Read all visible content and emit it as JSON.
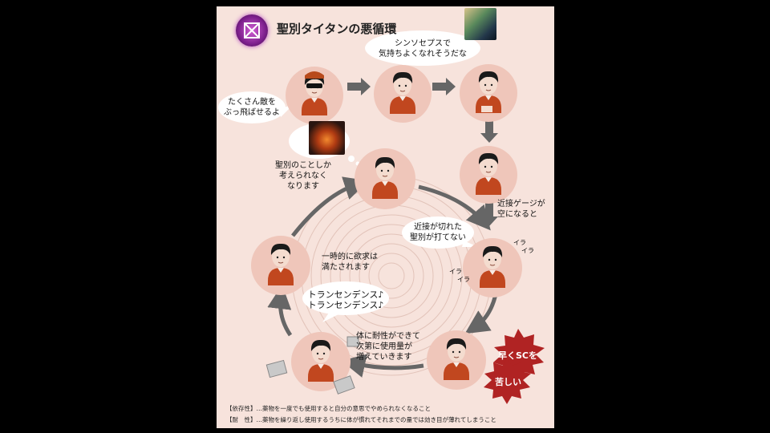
{
  "title": "聖別タイタンの悪循環",
  "bubbles": {
    "sync_1": "シンソセプスで",
    "sync_2": "気持ちよくなれそうだな",
    "kill_1": "たくさん敵を",
    "kill_2": "ぶっ飛ばせるよ",
    "think_1": "聖別のことしか",
    "think_2": "考えられなく",
    "think_3": "なります",
    "gauge_1": "近接ゲージが",
    "gauge_2": "空になると",
    "cutoff_1": "近接が切れた",
    "cutoff_2": "聖別が打てない",
    "ira_1": "イラ",
    "ira_2": "イラ",
    "ira_3": "イラ",
    "ira_4": "イラ",
    "satisfied_1": "一時的に欲求は",
    "satisfied_2": "満たされます",
    "trans_1": "トランセンデンス♪",
    "trans_2": "トランセンデンス♪",
    "tolerance_1": "体に耐性ができて",
    "tolerance_2": "次第に使用量が",
    "tolerance_3": "増えていきます",
    "hurry": "早くSCを",
    "pain": "苦しい"
  },
  "legend": {
    "dependence": "【依存性】…薬物を一度でも使用すると自分の意思でやめられなくなること",
    "tolerance": "【耐　性】…薬物を繰り返し使用するうちに体が慣れてそれまでの量では効き目が薄れてしまうこと"
  },
  "colors": {
    "background": "#f7e3dc",
    "circle": "#efc6ba",
    "arrow": "#666666",
    "shirt": "#c1471f",
    "burst": "#b02323",
    "hair": "#1a1a1a"
  }
}
